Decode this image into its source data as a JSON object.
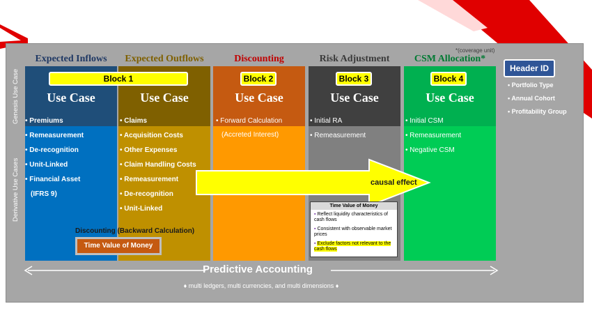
{
  "colors": {
    "blue_dark": "#1f4e79",
    "blue": "#0070c0",
    "gold_dark": "#7f6000",
    "gold": "#bf9000",
    "orange_dark": "#c55a11",
    "orange": "#ff9900",
    "gray_dark": "#404040",
    "gray": "#808080",
    "green": "#00cc44",
    "panel": "#a6a6a6",
    "yellow": "#ffff00",
    "red": "#e00000"
  },
  "columns": [
    {
      "heading": "Expected Inflows",
      "heading_color": "#1f3864",
      "use_case": "Use Case"
    },
    {
      "heading": "Expected Outflows",
      "heading_color": "#7f6000",
      "use_case": "Use Case"
    },
    {
      "heading": "Discounting",
      "heading_color": "#c00000",
      "use_case": "Use Case"
    },
    {
      "heading": "Risk Adjustment",
      "heading_color": "#3a3a3a",
      "use_case": "Use Case"
    },
    {
      "heading": "CSM Allocation",
      "heading_suffix": "*",
      "heading_color": "#007a33",
      "use_case": "Use Case"
    }
  ],
  "coverage_note": "*(coverage unit)",
  "blocks": [
    "Block 1",
    "Block 2",
    "Block 3",
    "Block 4"
  ],
  "side_labels": {
    "genesis": "Genesis Use Case",
    "derivative": "Derivative Use Cases"
  },
  "inflows_items": [
    "Premiums",
    "Remeasurement",
    "De-recognition",
    "Unit-Linked",
    "Financial Asset",
    "(IFRS 9)"
  ],
  "outflows_items": [
    "Claims",
    "Acquisition Costs",
    "Other Expenses",
    "Claim Handling Costs",
    "Remeasurement",
    "De-recognition",
    "Unit-Linked"
  ],
  "discounting_items": [
    "Forward Calculation",
    "(Accreted Interest)"
  ],
  "risk_items": [
    "Initial RA",
    "Remeasurement"
  ],
  "csm_items": [
    "Initial CSM",
    "Remeasurement",
    "Negative CSM"
  ],
  "backward_label": "Discounting (Backward Calculation)",
  "tvm_button": "Time Value of Money",
  "causal_label": "causal effect",
  "tvm_box": {
    "title": "Time Value of Money",
    "items": [
      {
        "text": "Reflect liquidity characteristics of cash flows",
        "highlight": false
      },
      {
        "text": "Consistent with observable market prices",
        "highlight": false
      },
      {
        "text": "Exclude factors not relevant to the cash flows",
        "highlight": true
      }
    ]
  },
  "header_id": {
    "title": "Header ID",
    "items": [
      "Portfolio Type",
      "Annual Cohort",
      "Profitability Group"
    ]
  },
  "predictive": "Predictive Accounting",
  "footer": "♦ multi ledgers, multi currencies, and multi dimensions ♦"
}
